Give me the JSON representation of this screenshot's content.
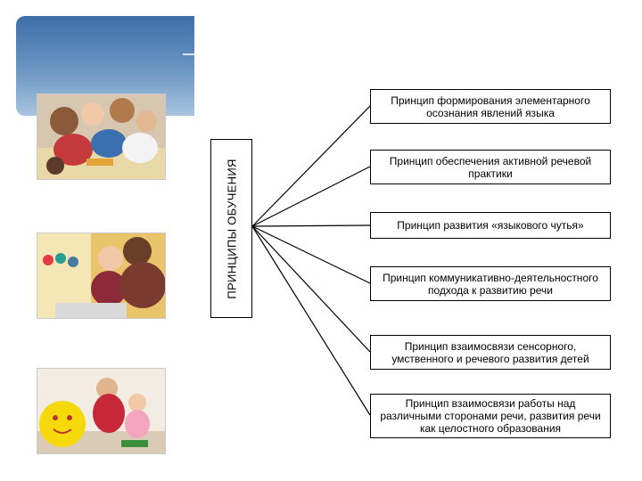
{
  "diagram": {
    "center_label": "ПРИНЦИПЫ ОБУЧЕНИЯ",
    "principles": [
      "Принцип формирования элементарного осознания явлений языка",
      "Принцип обеспечения активной речевой практики",
      "Принцип развития «языкового чутья»",
      "Принцип коммуникативно-деятельностного подхода к развитию речи",
      "Принцип взаимосвязи сенсорного, умственного и речевого развития детей",
      "Принцип взаимосвязи работы над различными сторонами речи, развития речи как целостного образования"
    ]
  },
  "colors": {
    "header_band": "#3d6ea6",
    "line_color": "#000000"
  }
}
